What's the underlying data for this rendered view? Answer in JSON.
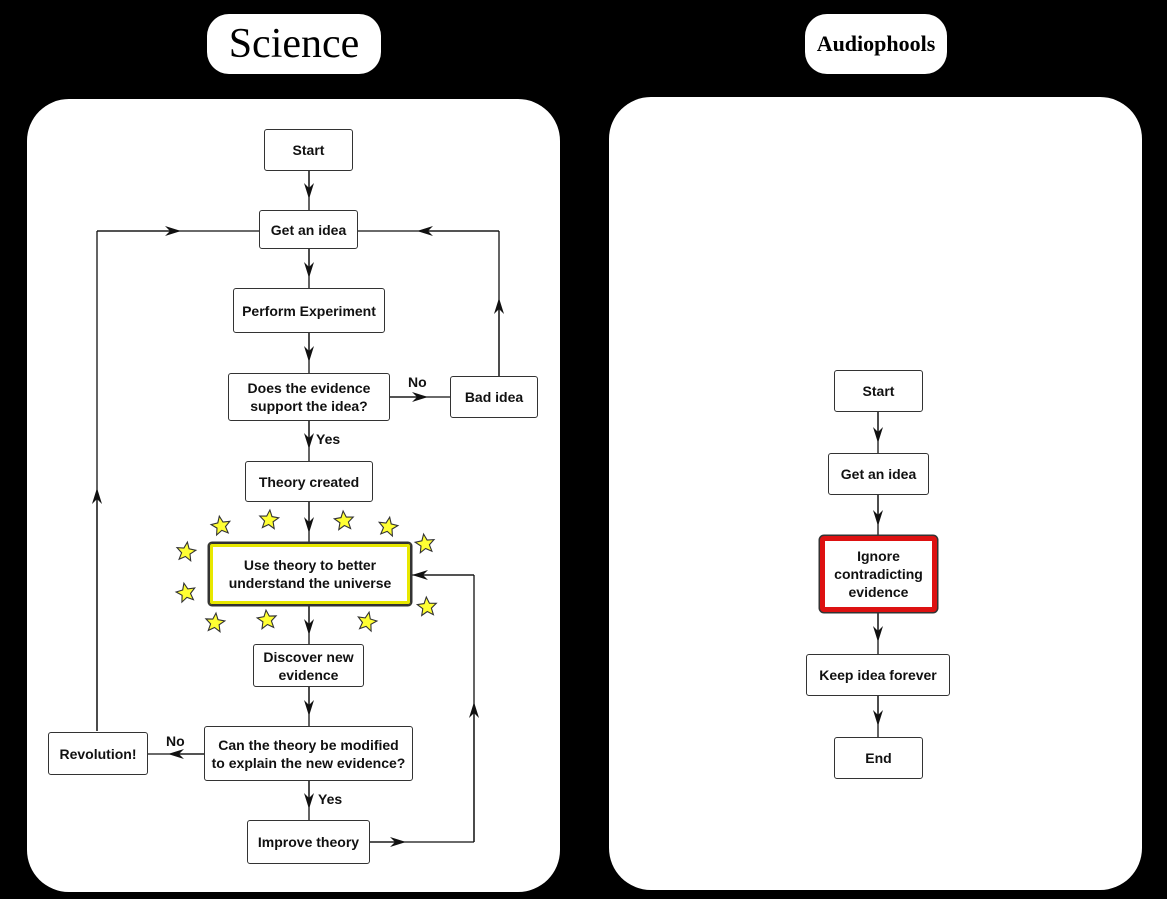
{
  "science": {
    "title": "Science",
    "nodes": {
      "start": "Start",
      "get_idea": "Get an idea",
      "perform_experiment": "Perform Experiment",
      "does_evidence": "Does the evidence\nsupport the idea?",
      "bad_idea": "Bad idea",
      "theory_created": "Theory created",
      "use_theory": "Use theory to better\nunderstand the universe",
      "discover": "Discover new\nevidence",
      "can_modify": "Can the theory be modified\nto explain the new evidence?",
      "revolution": "Revolution!",
      "improve": "Improve theory"
    },
    "labels": {
      "no_bad": "No",
      "yes_theory": "Yes",
      "no_revolution": "No",
      "yes_improve": "Yes"
    }
  },
  "audiophools": {
    "title": "Audiophools",
    "nodes": {
      "start": "Start",
      "get_idea": "Get an idea",
      "ignore": "Ignore\ncontradicting\nevidence",
      "keep": "Keep idea forever",
      "end": "End"
    }
  },
  "colors": {
    "star_fill": "#ffff33",
    "highlight_yellow": "#e8e800",
    "highlight_red": "#dd1111"
  }
}
